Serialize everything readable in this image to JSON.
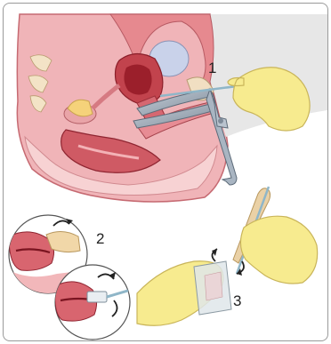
{
  "steps": [
    {
      "label": "1"
    },
    {
      "label": "2"
    },
    {
      "label": "3"
    }
  ],
  "colors": {
    "tissue": "#e79aa2",
    "tissue_light": "#f2c2c4",
    "tissue_dark": "#cf6f78",
    "uterus": "#c2434d",
    "uterus_inner": "#9b1f2b",
    "bladder": "#c9d2ea",
    "speculum": "#9aa7b6",
    "glove": "#f7eb8f",
    "glove_edge": "#d9c86a",
    "spatula": "#e3c9a0",
    "slide": "#cfd8dc",
    "frame": "#9a9a9a"
  }
}
